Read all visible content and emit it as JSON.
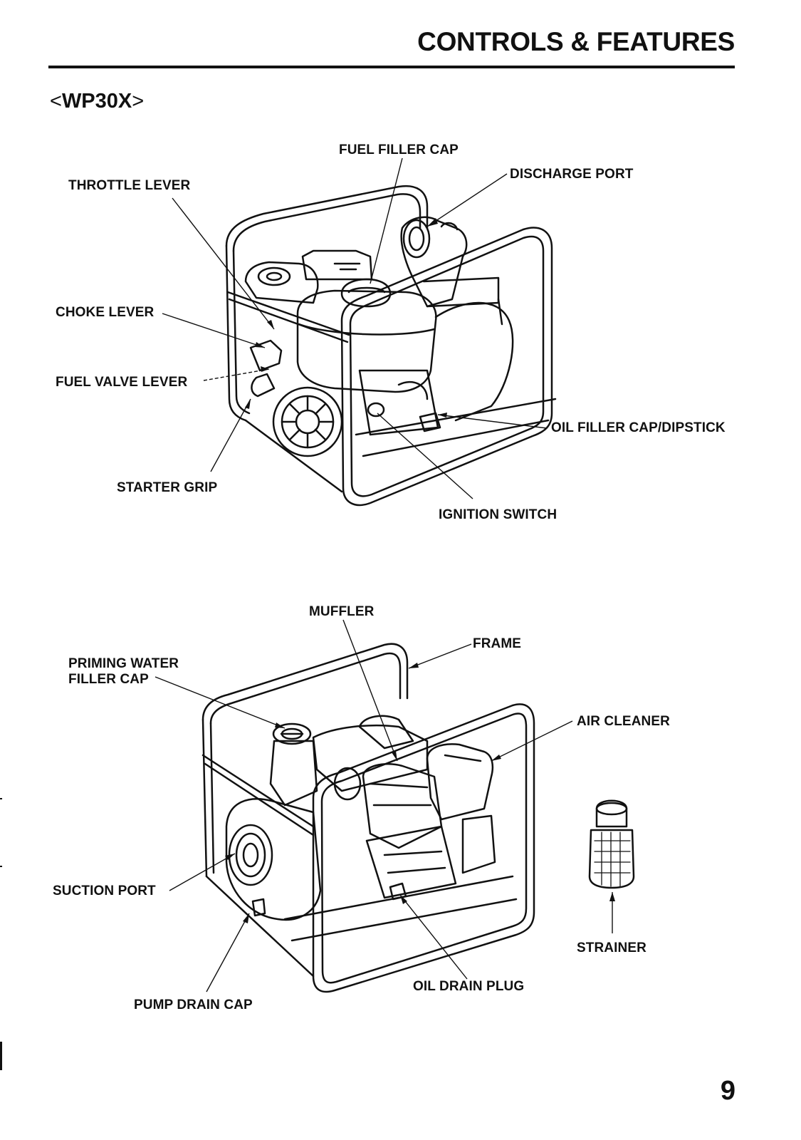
{
  "page": {
    "section_title": "CONTROLS & FEATURES",
    "model": "WP30X",
    "page_number": "9"
  },
  "figure_top": {
    "callouts": {
      "fuel_filler_cap": "FUEL FILLER CAP",
      "discharge_port": "DISCHARGE PORT",
      "throttle_lever": "THROTTLE LEVER",
      "choke_lever": "CHOKE LEVER",
      "fuel_valve_lever": "FUEL VALVE LEVER",
      "oil_filler_cap_dipstick": "OIL FILLER CAP/DIPSTICK",
      "starter_grip": "STARTER GRIP",
      "ignition_switch": "IGNITION SWITCH"
    }
  },
  "figure_bottom": {
    "callouts": {
      "muffler": "MUFFLER",
      "frame": "FRAME",
      "priming_water_filler_cap_line1": "PRIMING WATER",
      "priming_water_filler_cap_line2": "FILLER CAP",
      "air_cleaner": "AIR CLEANER",
      "suction_port": "SUCTION PORT",
      "strainer": "STRAINER",
      "oil_drain_plug": "OIL DRAIN PLUG",
      "pump_drain_cap": "PUMP DRAIN CAP"
    }
  }
}
